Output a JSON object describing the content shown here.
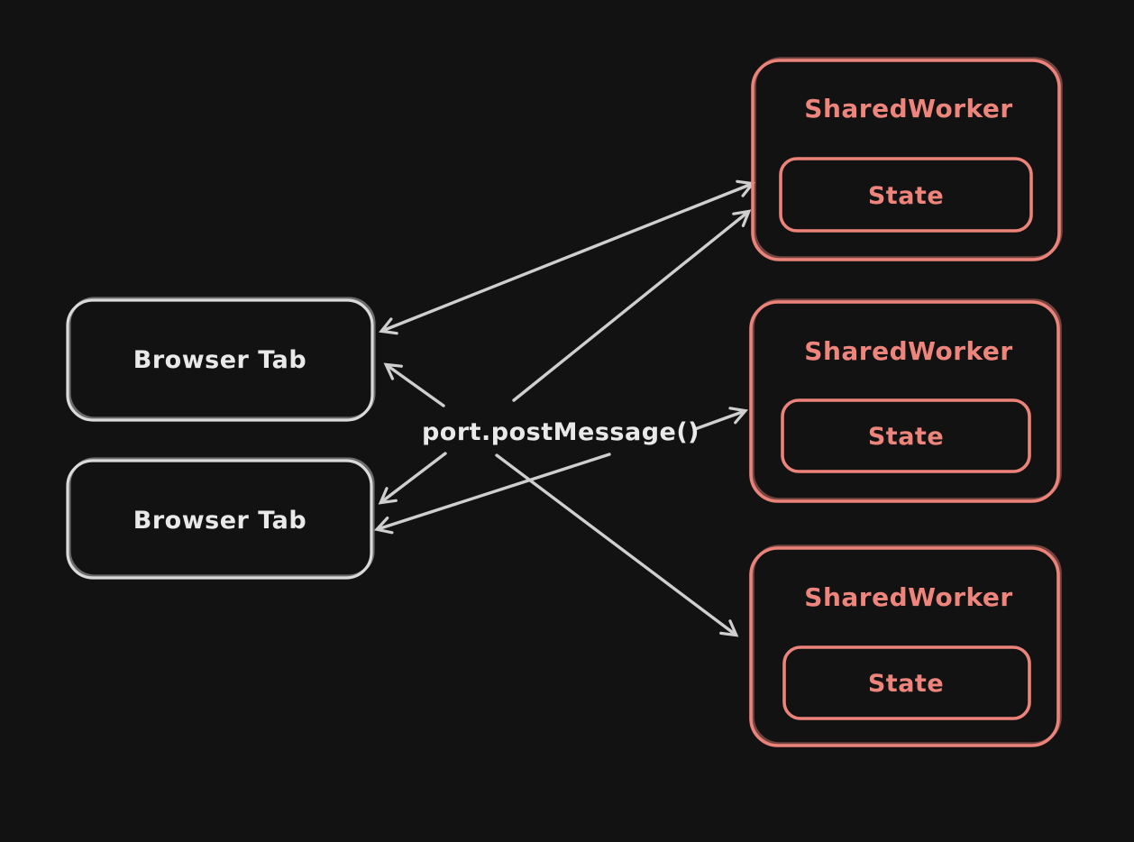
{
  "diagram": {
    "title": "SharedWorker message passing diagram",
    "background_color": "#121212",
    "colors": {
      "light_stroke": "#dadada",
      "accent_stroke": "#eb837b",
      "arrow_stroke": "#cfcfcf",
      "light_text": "#e9e9e9",
      "accent_text": "#ee857d"
    },
    "center_label": "port.postMessage()",
    "nodes": {
      "browser_tab_1": {
        "label": "Browser Tab"
      },
      "browser_tab_2": {
        "label": "Browser Tab"
      },
      "shared_worker_1": {
        "label": "SharedWorker",
        "state": "State"
      },
      "shared_worker_2": {
        "label": "SharedWorker",
        "state": "State"
      },
      "shared_worker_3": {
        "label": "SharedWorker",
        "state": "State"
      }
    },
    "connections": [
      {
        "from": "browser-tab-1",
        "to": "shared-worker-1",
        "arrowheads": "both"
      },
      {
        "from": "center-label",
        "to": "shared-worker-1",
        "arrowheads": "end"
      },
      {
        "from": "center-label",
        "to": "browser-tab-1",
        "arrowheads": "end"
      },
      {
        "from": "center-label",
        "to": "shared-worker-2",
        "arrowheads": "end"
      },
      {
        "from": "center-label",
        "to": "browser-tab-2",
        "arrowheads": "end"
      },
      {
        "from": "center-label",
        "to": "browser-tab-2",
        "arrowheads": "end"
      },
      {
        "from": "center-label",
        "to": "shared-worker-3",
        "arrowheads": "end"
      }
    ]
  }
}
